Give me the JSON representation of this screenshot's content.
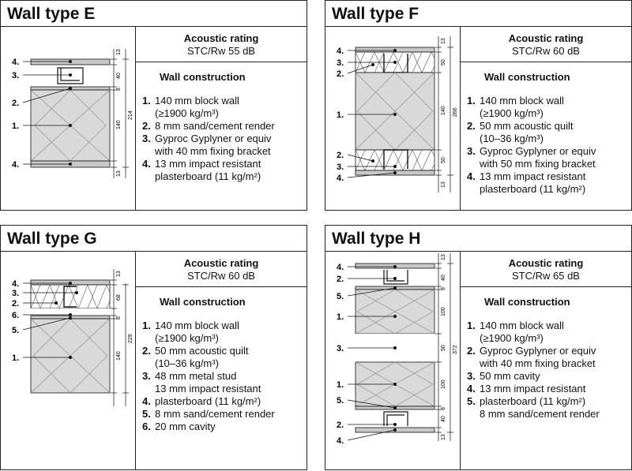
{
  "panels": {
    "e": {
      "title": "Wall type E",
      "acoustic_heading": "Acoustic rating",
      "acoustic_value": "STC/Rw 55 dB",
      "construction_heading": "Wall construction",
      "items": [
        {
          "num": "1.",
          "lines": [
            "140 mm block wall",
            "(≥1900 kg/m³)"
          ]
        },
        {
          "num": "2.",
          "lines": [
            "8 mm sand/cement render"
          ]
        },
        {
          "num": "3.",
          "lines": [
            "Gyproc Gyplyner or equiv",
            "with 40 mm fixing bracket"
          ]
        },
        {
          "num": "4.",
          "lines": [
            "13 mm impact resistant",
            "plasterboard (11 kg/m²)"
          ]
        }
      ],
      "labels": {
        "a": "4.",
        "b": "3.",
        "c": "2.",
        "d": "1.",
        "e": "4."
      },
      "dims": {
        "d1": "13",
        "d2": "40",
        "d3": "8",
        "d4": "140",
        "d5": "13",
        "total": "214"
      }
    },
    "f": {
      "title": "Wall type F",
      "acoustic_heading": "Acoustic rating",
      "acoustic_value": "STC/Rw 60 dB",
      "construction_heading": "Wall construction",
      "items": [
        {
          "num": "1.",
          "lines": [
            "140 mm block wall",
            "(≥1900 kg/m³)"
          ]
        },
        {
          "num": "2.",
          "lines": [
            "50 mm acoustic quilt",
            "(10–36 kg/m³)"
          ]
        },
        {
          "num": "3.",
          "lines": [
            "Gyproc Gyplyner or equiv",
            "with 50 mm fixing bracket"
          ]
        },
        {
          "num": "4.",
          "lines": [
            "13 mm impact resistant",
            "plasterboard (11 kg/m²)"
          ]
        }
      ],
      "labels": {
        "a": "4.",
        "b": "3.",
        "c": "2.",
        "d": "1.",
        "e": "2.",
        "f": "3.",
        "g": "4."
      },
      "dims": {
        "d1": "13",
        "d2": "50",
        "d3": "140",
        "d4": "50",
        "d5": "13",
        "total": "266"
      }
    },
    "g": {
      "title": "Wall type G",
      "acoustic_heading": "Acoustic rating",
      "acoustic_value": "STC/Rw 60 dB",
      "construction_heading": "Wall construction",
      "items": [
        {
          "num": "1.",
          "lines": [
            "140 mm block wall",
            "(≥1900 kg/m³)"
          ]
        },
        {
          "num": "2.",
          "lines": [
            "50 mm acoustic quilt",
            "(10–36 kg/m³)"
          ]
        },
        {
          "num": "3.",
          "lines": [
            "48 mm metal stud"
          ]
        },
        {
          "num": "",
          "lines": [
            "13 mm impact resistant"
          ]
        },
        {
          "num": "4.",
          "lines": [
            "plasterboard (11 kg/m²)"
          ]
        },
        {
          "num": "5.",
          "lines": [
            "8 mm sand/cement render"
          ]
        },
        {
          "num": "6.",
          "lines": [
            "20 mm cavity"
          ]
        }
      ],
      "labels": {
        "a": "4.",
        "b": "3.",
        "c": "2.",
        "d": "6.",
        "e": "5.",
        "f": "1."
      },
      "dims": {
        "d1": "13",
        "d2": "68",
        "d3": "8",
        "d4": "140",
        "total": "229"
      }
    },
    "h": {
      "title": "Wall type H",
      "acoustic_heading": "Acoustic rating",
      "acoustic_value": "STC/Rw 65 dB",
      "construction_heading": "Wall construction",
      "items": [
        {
          "num": "1.",
          "lines": [
            "140 mm block wall",
            "(≥1900 kg/m³)"
          ]
        },
        {
          "num": "2.",
          "lines": [
            "Gyproc Gyplyner or equiv",
            "with 40 mm fixing bracket"
          ]
        },
        {
          "num": "3.",
          "lines": [
            "50 mm cavity"
          ]
        },
        {
          "num": "4.",
          "lines": [
            "13 mm impact resistant"
          ]
        },
        {
          "num": "5.",
          "lines": [
            "plasterboard (11 kg/m²)"
          ]
        },
        {
          "num": "",
          "lines": [
            "8 mm sand/cement render"
          ]
        }
      ],
      "labels": {
        "a": "4.",
        "b": "2.",
        "c": "5.",
        "d": "1.",
        "e": "3.",
        "f": "1.",
        "g": "5.",
        "h": "2.",
        "i": "4."
      },
      "dims": {
        "d1": "13",
        "d2": "40",
        "d3": "8",
        "d4": "100",
        "d5": "50",
        "d6": "100",
        "d7": "8",
        "d8": "40",
        "d9": "13",
        "total": "372"
      }
    }
  },
  "colors": {
    "block": "#d9d9d9",
    "board": "#c8c8c8",
    "line": "#111111",
    "border": "#222222"
  }
}
